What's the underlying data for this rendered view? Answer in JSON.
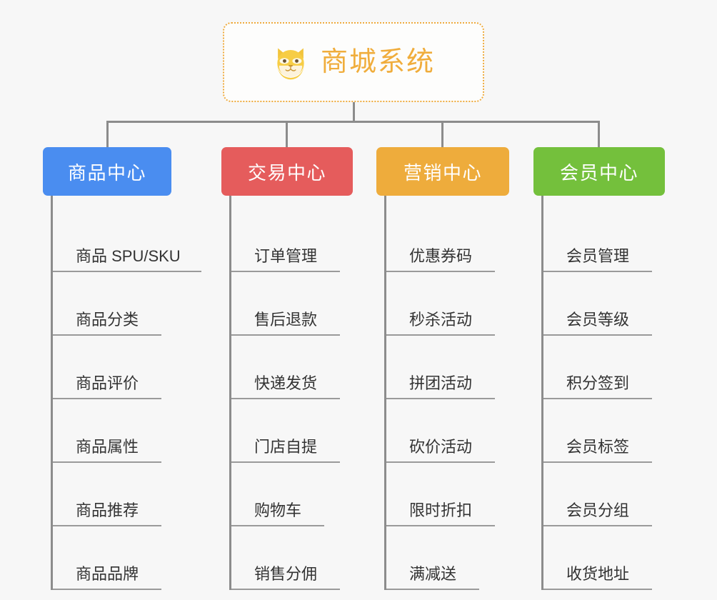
{
  "page": {
    "background_color": "#f7f7f7",
    "connector_color": "#8c8c8c"
  },
  "root": {
    "title": "商城系统",
    "icon": "shiba-dog-face-icon",
    "text_color": "#f0ad3c",
    "border_color": "#eeab3f"
  },
  "columns": [
    {
      "id": "product-center",
      "title": "商品中心",
      "color": "#4a8df0",
      "items": [
        {
          "label": "商品 SPU/SKU",
          "underline_width": 208
        },
        {
          "label": "商品分类",
          "underline_width": 152
        },
        {
          "label": "商品评价",
          "underline_width": 152
        },
        {
          "label": "商品属性",
          "underline_width": 152
        },
        {
          "label": "商品推荐",
          "underline_width": 152
        },
        {
          "label": "商品品牌",
          "underline_width": 152
        }
      ]
    },
    {
      "id": "trade-center",
      "title": "交易中心",
      "color": "#e55c5c",
      "items": [
        {
          "label": "订单管理",
          "underline_width": 152
        },
        {
          "label": "售后退款",
          "underline_width": 152
        },
        {
          "label": "快递发货",
          "underline_width": 152
        },
        {
          "label": "门店自提",
          "underline_width": 152
        },
        {
          "label": "购物车",
          "underline_width": 130
        },
        {
          "label": "销售分佣",
          "underline_width": 152
        }
      ]
    },
    {
      "id": "marketing-center",
      "title": "营销中心",
      "color": "#eeac3c",
      "items": [
        {
          "label": "优惠券码",
          "underline_width": 152
        },
        {
          "label": "秒杀活动",
          "underline_width": 152
        },
        {
          "label": "拼团活动",
          "underline_width": 152
        },
        {
          "label": "砍价活动",
          "underline_width": 152
        },
        {
          "label": "限时折扣",
          "underline_width": 152
        },
        {
          "label": "满减送",
          "underline_width": 130
        }
      ]
    },
    {
      "id": "member-center",
      "title": "会员中心",
      "color": "#74c03c",
      "items": [
        {
          "label": "会员管理",
          "underline_width": 152
        },
        {
          "label": "会员等级",
          "underline_width": 152
        },
        {
          "label": "积分签到",
          "underline_width": 152
        },
        {
          "label": "会员标签",
          "underline_width": 152
        },
        {
          "label": "会员分组",
          "underline_width": 152
        },
        {
          "label": "收货地址",
          "underline_width": 152
        }
      ]
    }
  ]
}
